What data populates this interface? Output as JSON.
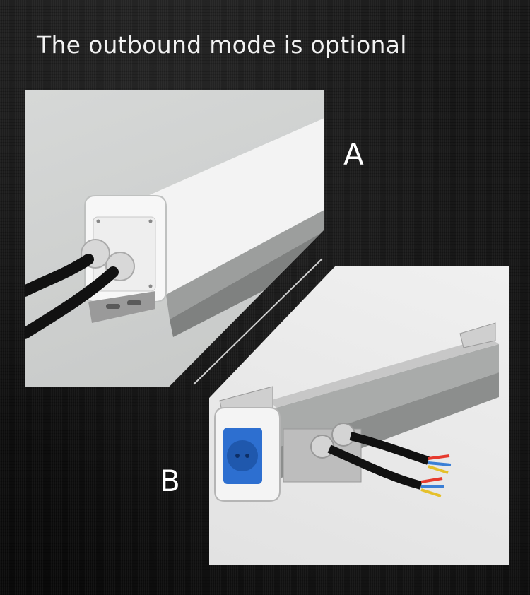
{
  "heading": "The outbound mode is optional",
  "labels": {
    "a": "A",
    "b": "B"
  },
  "colors": {
    "background": "#111111",
    "panel_a": "#cdcfce",
    "panel_b": "#ebebeb",
    "text": "#ffffff",
    "socket_blue": "#2d6fd0"
  }
}
